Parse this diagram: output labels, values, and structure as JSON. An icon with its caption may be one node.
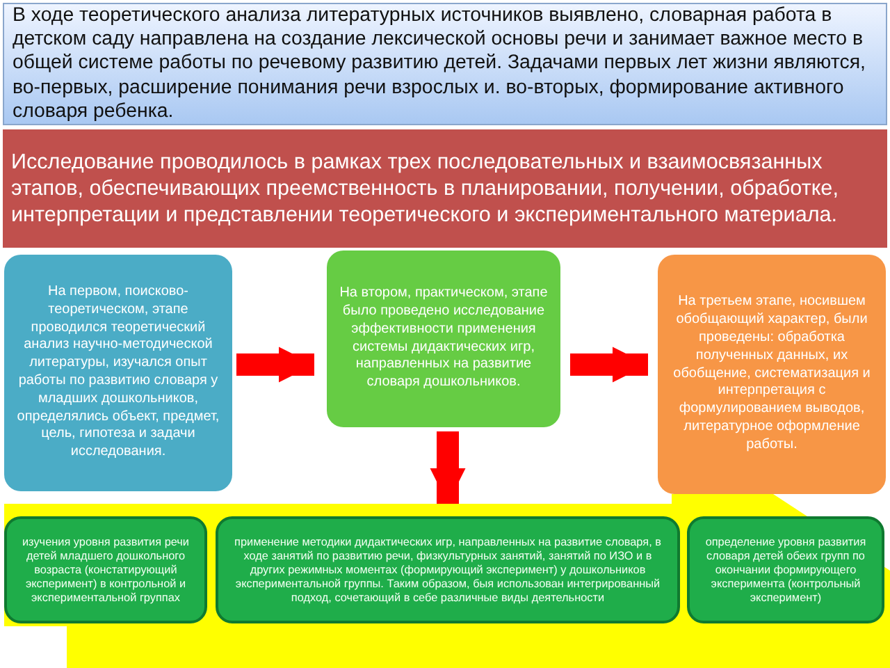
{
  "diagram": {
    "nodes": [
      {
        "text": [
          "В ходе теоретического анализа литературных источников выявлено, словарная работа в детском саду направлена на создание лексической основы речи и занимает важное место в общей системе работы по речевому развитию детей. Задачами первых лет жизни являются, во-первых, расширение понимания речи взрослых и. во-вторых, формирование активного словаря ребенка."
        ]
      },
      {
        "text": [
          "Исследование проводилось в рамках трех последовательных и взаимосвязанных этапов, обеспечивающих преемственность в планировании, получении, обработке, интерпретации и представлении теоретического и экспериментального материала."
        ]
      },
      {
        "text": [
          "На первом, поисково-теоретическом, этапе проводился теоретический анализ научно-методической литературы, изучался опыт работы по развитию словаря у младших дошкольников, определялись объект, предмет, цель, гипотеза и задачи исследования."
        ]
      },
      {
        "text": [
          "На втором, практическом, этапе было проведено исследование эффективности применения системы дидактических игр, направленных на развитие словаря дошкольников."
        ]
      },
      {
        "text": [
          "На третьем этапе, носившем обобщающий характер, были проведены: обработка полученных данных, их обобщение, систематизация и интерпретация с формулированием выводов, литературное оформление работы."
        ]
      },
      {
        "text": [],
        "shape": "arrow"
      },
      {
        "in": 5,
        "text": [
          "изучения уровня развития речи детей младшего дошкольного возраста (констатирующий эксперимент) в контрольной и экспериментальной группах"
        ]
      },
      {
        "in": 5,
        "text": [
          "применение методики дидактических игр, направленных на развитие словаря, в ходе занятий по развитию речи, физкультурных занятий, занятий по ИЗО и в других режимных моментах (формирующий эксперимент) у дошкольников экспериментальной группы. Таким образом, быя использован интегрированный подход, сочетающий в себе различные виды деятельности"
        ]
      },
      {
        "in": 5,
        "text": [
          "определение уровня развития словаря детей обеих групп по окончании формирующего эксперимента (контрольный эксперимент)"
        ]
      }
    ],
    "edges": [
      {
        "from": 2,
        "to": 3,
        "arrow": "to"
      },
      {
        "from": 3,
        "to": 4,
        "arrow": "to"
      },
      {
        "from": 3,
        "to": 5,
        "arrow": "to"
      }
    ]
  }
}
